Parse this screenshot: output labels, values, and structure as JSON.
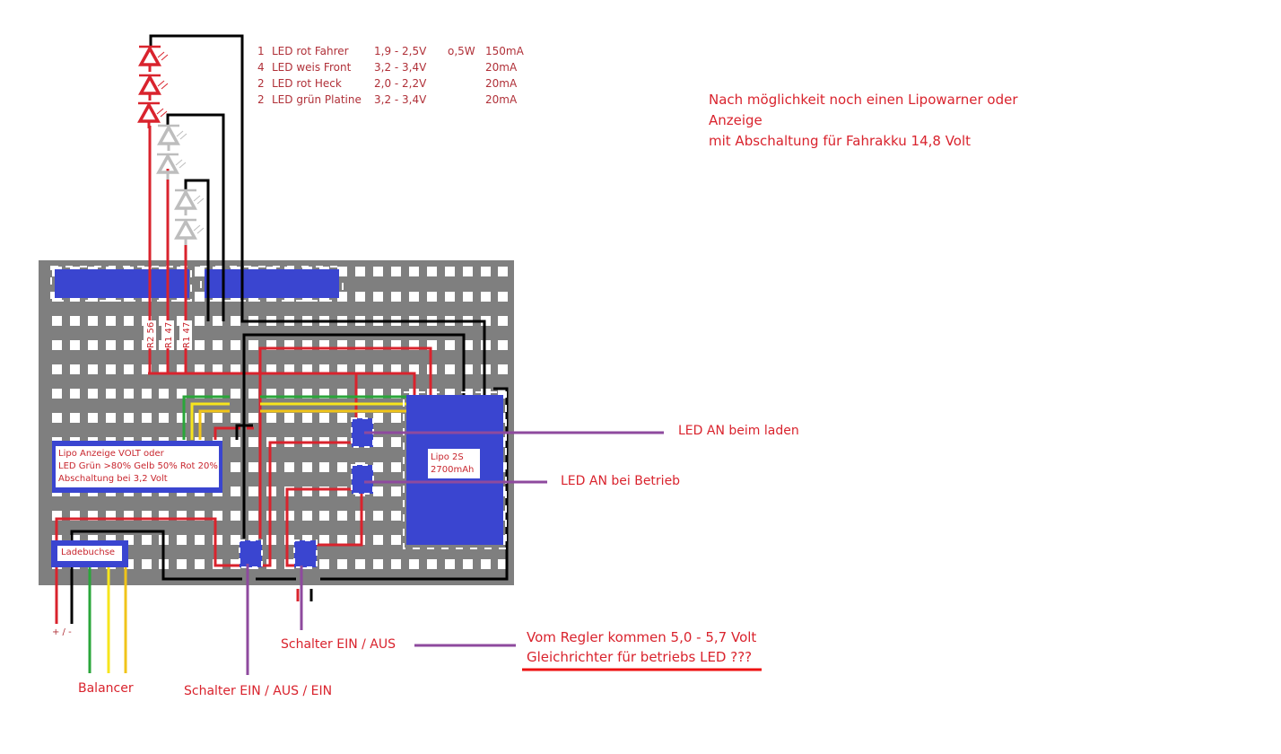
{
  "led_specs": [
    {
      "qty": "1",
      "name": "LED rot Fahrer",
      "voltage": "1,9 - 2,5V",
      "power": "o,5W",
      "current": "150mA"
    },
    {
      "qty": "4",
      "name": "LED weis Front",
      "voltage": "3,2 - 3,4V",
      "power": "",
      "current": "20mA"
    },
    {
      "qty": "2",
      "name": "LED rot Heck",
      "voltage": "2,0 - 2,2V",
      "power": "",
      "current": "20mA"
    },
    {
      "qty": "2",
      "name": "LED grün Platine",
      "voltage": "3,2 - 3,4V",
      "power": "",
      "current": "20mA"
    }
  ],
  "note": {
    "line1": "Nach möglichkeit noch einen Lipowarner oder",
    "line2": "Anzeige",
    "line3": "mit Abschaltung für Fahrakku 14,8 Volt"
  },
  "resistors": [
    "R2 56",
    "R1 47",
    "R1 47"
  ],
  "components": {
    "lipo_display": {
      "line1": "Lipo Anzeige VOLT oder",
      "line2": "LED Grün >80% Gelb 50% Rot 20%",
      "line3": "Abschaltung bei 3,2 Volt"
    },
    "battery": {
      "line1": "Lipo 2S",
      "line2": "2700mAh"
    },
    "charge_socket": "Ladebuchse"
  },
  "callouts": {
    "led_charging": "LED AN beim laden",
    "led_operation": "LED AN bei Betrieb",
    "switch_on_off": "Schalter EIN / AUS",
    "switch_on_off_on": "Schalter EIN / AUS / EIN",
    "balancer": "Balancer",
    "plus_minus": "+ / -",
    "regulator_line1": "Vom Regler kommen 5,0 - 5,7 Volt",
    "regulator_line2": "Gleichrichter für betriebs LED ???"
  },
  "colors": {
    "board": "#7f7f7f",
    "hole": "#ffffff",
    "component": "#3a45d0",
    "wire_red": "#d9232d",
    "wire_black": "#000000",
    "wire_green": "#2aa63a",
    "wire_yellow": "#f7e51d",
    "wire_gold": "#f0c419",
    "callout": "#8e4a9e",
    "led_red": "#d9232d",
    "led_white": "#bdbdbd",
    "text": "#d9232d"
  }
}
